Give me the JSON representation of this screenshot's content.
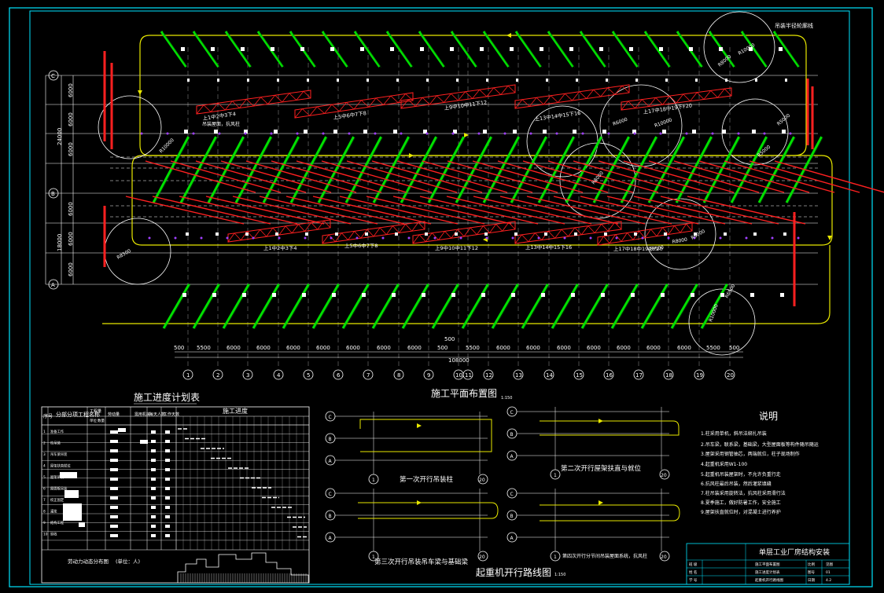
{
  "colors": {
    "background": "#000000",
    "frame": "#00e5ff",
    "axis": "#ffffff",
    "road": "#e8e800",
    "column": "#00e000",
    "truss": "#ff2020",
    "circle": "#ffffff",
    "blue": "#6070ff"
  },
  "plan": {
    "title": "施工平面布置图",
    "scale": "1:150",
    "top_note": "吊装半径轮廓线",
    "grid_rows": [
      "C",
      "B",
      "A"
    ],
    "left_dims": [
      "6000",
      "6000",
      "6000",
      "6000",
      "6000",
      "6000"
    ],
    "left_totals": [
      "24000",
      "18000"
    ],
    "bottom_dims": [
      "500",
      "5500",
      "6000",
      "6000",
      "6000",
      "6000",
      "6000",
      "6000",
      "6000",
      "500",
      "5500",
      "6000",
      "6000",
      "6000",
      "6000",
      "6000",
      "6000",
      "6000",
      "5500",
      "500"
    ],
    "top_dim_extra": "500",
    "total_dim": "108000",
    "axis_numbers": [
      "1",
      "2",
      "3",
      "4",
      "5",
      "6",
      "7",
      "8",
      "9",
      "10",
      "11",
      "12",
      "13",
      "14",
      "15",
      "16",
      "17",
      "18",
      "19",
      "20"
    ],
    "truss_labels_top": [
      "上1中2中3下4",
      "上5中6中7下8",
      "上9中10中11下12",
      "上13中14中15下16",
      "上17中18中19下F20"
    ],
    "truss_labels_bottom": [
      "上1中2中3下4",
      "上5中6中7下8",
      "上9中10中11下12",
      "上13中14中15下16",
      "上17中18中19下F20"
    ],
    "radius_labels": [
      "R10000",
      "R8500",
      "R8000",
      "R10000",
      "R6000",
      "R5000",
      "R8000",
      "R6000",
      "R8500",
      "R8000",
      "R10000",
      "R6500",
      "R10000",
      "R5000"
    ],
    "small_note": "吊装屋面，抗风柱"
  },
  "schedule": {
    "title": "施工进度计划表",
    "headers": [
      "序号",
      "分部分项工程名称",
      "工程量",
      "劳动量",
      "需用机械",
      "每天人数",
      "工作天数",
      "施工进度"
    ],
    "sub_header_a": "单位",
    "sub_header_b": "数量",
    "rows": [
      "准备工作",
      "柱吊装",
      "吊车梁吊装",
      "屋架扶直就位",
      "屋架吊装",
      "屋面板吊装",
      "校正固定",
      "灌浆",
      "结构工程",
      "验收"
    ],
    "labor_title": "劳动力动态分布图",
    "labor_unit": "(单位：人)"
  },
  "routes": {
    "title": "起重机开行路线图",
    "scale": "1:150",
    "row_labels": [
      "C",
      "B",
      "A"
    ],
    "end_labels": [
      "1",
      "20"
    ],
    "captions": [
      "第一次开行吊装柱",
      "第二次开行屋架扶直与就位",
      "第三次开行吊装吊车梁与基础梁",
      "第四次开行分节间吊装屋面系统，抗风柱"
    ]
  },
  "notes": {
    "title": "说明",
    "items": [
      "1.柱采用单机，斜吊法绑扎吊装",
      "2.吊车梁，联系梁，基础梁，大型屋面板等构件随吊随运",
      "3.屋架采用钢管抽芯，两端就位，柱子现场制作",
      "4.起重机采用W1-100",
      "5.起重机吊装屋架时，不允许负重行走",
      "6.抗风柱最后吊装，然后灌浆填缝",
      "7.柱吊装采用旋转法，抗风柱采用滑行法",
      "8.夏季施工，做好防暑工作，安全施工",
      "9.屋架扶直就位时，对混凝土进行养护"
    ]
  },
  "titleblock": {
    "title": "单层工业厂房结构安装",
    "rows": [
      [
        "班 级",
        "施工平面布置图",
        "比例",
        "见图"
      ],
      [
        "姓 名",
        "施工进度计划表",
        "图号",
        "01"
      ],
      [
        "学 号",
        "起重机开行路线图",
        "日期",
        "4.2"
      ]
    ]
  }
}
